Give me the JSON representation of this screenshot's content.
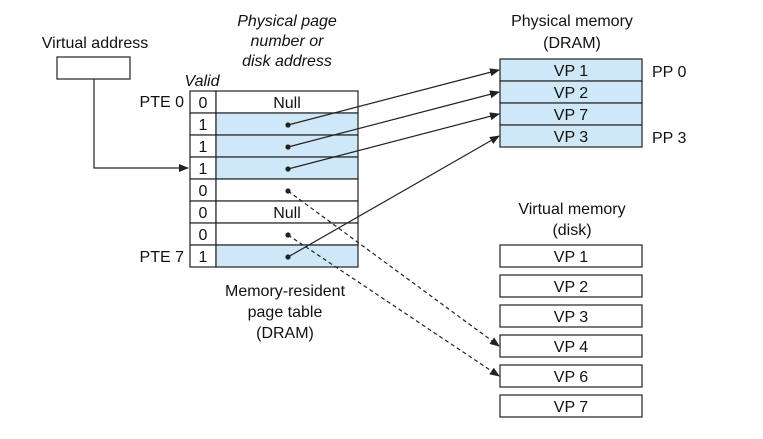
{
  "colors": {
    "resident_fill": "#cfe8f7",
    "stroke": "#222222",
    "background": "#ffffff"
  },
  "virtual_address": {
    "label": "Virtual address"
  },
  "page_table": {
    "column_header_line1": "Physical page",
    "column_header_line2": "number or",
    "column_header_line3": "disk address",
    "valid_header": "Valid",
    "first_entry_label": "PTE 0",
    "last_entry_label": "PTE 7",
    "caption_line1": "Memory-resident",
    "caption_line2": "page table",
    "caption_line3": "(DRAM)",
    "entries": [
      {
        "valid": "0",
        "content": "Null",
        "resident": false,
        "kind": "null"
      },
      {
        "valid": "1",
        "content": "",
        "resident": true,
        "kind": "pointer",
        "target": "VP 1"
      },
      {
        "valid": "1",
        "content": "",
        "resident": true,
        "kind": "pointer",
        "target": "VP 2"
      },
      {
        "valid": "1",
        "content": "",
        "resident": true,
        "kind": "pointer",
        "target": "VP 7"
      },
      {
        "valid": "0",
        "content": "",
        "resident": false,
        "kind": "disk",
        "target": "VP 4"
      },
      {
        "valid": "0",
        "content": "Null",
        "resident": false,
        "kind": "null"
      },
      {
        "valid": "0",
        "content": "",
        "resident": false,
        "kind": "disk",
        "target": "VP 6"
      },
      {
        "valid": "1",
        "content": "",
        "resident": true,
        "kind": "pointer",
        "target": "VP 3"
      }
    ]
  },
  "physical_memory": {
    "title_line1": "Physical memory",
    "title_line2": "(DRAM)",
    "pages": [
      "VP 1",
      "VP 2",
      "VP 7",
      "VP 3"
    ],
    "pp_first_label": "PP 0",
    "pp_last_label": "PP 3"
  },
  "virtual_memory": {
    "title_line1": "Virtual memory",
    "title_line2": "(disk)",
    "pages": [
      "VP 1",
      "VP 2",
      "VP 3",
      "VP 4",
      "VP 6",
      "VP 7"
    ]
  }
}
